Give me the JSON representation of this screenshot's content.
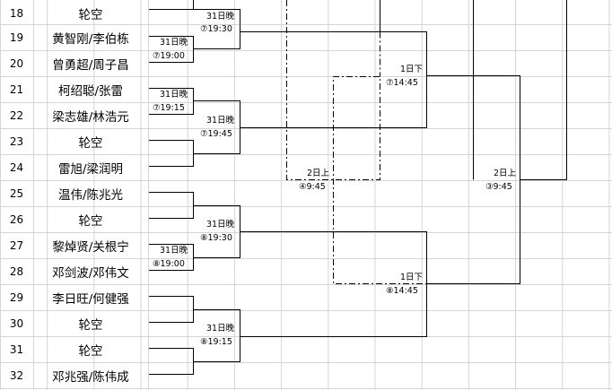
{
  "rows": [
    {
      "num": "18",
      "player": "轮空"
    },
    {
      "num": "19",
      "player": "黄智刚/李伯栋"
    },
    {
      "num": "20",
      "player": "曾勇超/周子昌"
    },
    {
      "num": "21",
      "player": "柯绍聪/张雷"
    },
    {
      "num": "22",
      "player": "梁志雄/林浩元"
    },
    {
      "num": "23",
      "player": "轮空"
    },
    {
      "num": "24",
      "player": "雷旭/梁润明"
    },
    {
      "num": "25",
      "player": "温伟/陈兆光"
    },
    {
      "num": "26",
      "player": "轮空"
    },
    {
      "num": "27",
      "player": "黎焯贤/关根宁"
    },
    {
      "num": "28",
      "player": "邓剑波/邓伟文"
    },
    {
      "num": "29",
      "player": "李日旺/何健强"
    },
    {
      "num": "30",
      "player": "轮空"
    },
    {
      "num": "31",
      "player": "轮空"
    },
    {
      "num": "32",
      "player": "邓兆强/陈伟成"
    }
  ],
  "match_labels": [
    {
      "day": "31日晚",
      "time": "⑦19:30"
    },
    {
      "day": "31日晚",
      "time": "⑦19:00"
    },
    {
      "day": "31日晚",
      "time": "⑦19:15"
    },
    {
      "day": "31日晚",
      "time": "⑦19:45"
    },
    {
      "day": "31日晚",
      "time": "⑧19:30"
    },
    {
      "day": "31日晚",
      "time": "⑧19:00"
    },
    {
      "day": "31日晚",
      "time": "⑧19:15"
    },
    {
      "day": "1日下",
      "time": "⑦14:45"
    },
    {
      "day": "1日下",
      "time": "⑧14:45"
    },
    {
      "day": "2日上",
      "time": "④9:45"
    },
    {
      "day": "2日上",
      "time": "③9:45"
    }
  ]
}
